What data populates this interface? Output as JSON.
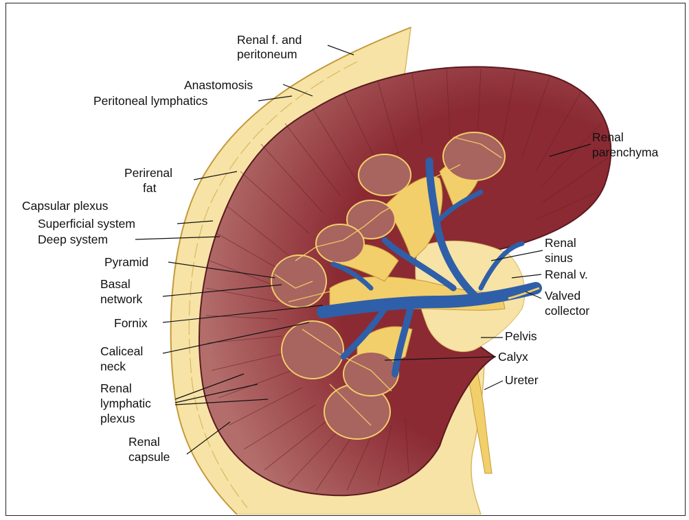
{
  "colors": {
    "parenchyma": "#8b2a33",
    "parenchyma_light": "#b36e6b",
    "fat": "#f7e3a6",
    "fat_line": "#d9b860",
    "vein": "#2f5fa8",
    "lymph": "#f2cf6a",
    "pyramid": "#a8645e"
  },
  "labels": {
    "renal_f_1": "Renal f. and",
    "renal_f_2": "peritoneum",
    "anastomosis": "Anastomosis",
    "peritoneal_lymphatics": "Peritoneal lymphatics",
    "perirenal_1": "Perirenal",
    "perirenal_2": "fat",
    "capsular_plexus": "Capsular plexus",
    "superficial_system": "Superficial system",
    "deep_system": "Deep system",
    "pyramid": "Pyramid",
    "basal_1": "Basal",
    "basal_2": "network",
    "fornix": "Fornix",
    "caliceal_1": "Caliceal",
    "caliceal_2": "neck",
    "lymphatic_1": "Renal",
    "lymphatic_2": "lymphatic",
    "lymphatic_3": "plexus",
    "capsule_1": "Renal",
    "capsule_2": "capsule",
    "parenchyma_1": "Renal",
    "parenchyma_2": "parenchyma",
    "sinus_1": "Renal",
    "sinus_2": "sinus",
    "renal_v": "Renal v.",
    "valved_1": "Valved",
    "valved_2": "collector",
    "pelvis": "Pelvis",
    "calyx": "Calyx",
    "ureter": "Ureter"
  }
}
